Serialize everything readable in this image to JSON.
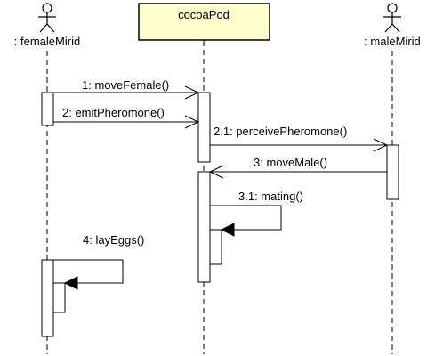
{
  "participants": {
    "female": ": femaleMirid",
    "pod": "cocoaPod",
    "male": ": maleMirid"
  },
  "messages": {
    "m1": "1: moveFemale()",
    "m2": "2: emitPheromone()",
    "m21": "2.1: perceivePheromone()",
    "m3": "3: moveMale()",
    "m31": "3.1: mating()",
    "m4": "4: layEggs()"
  },
  "colors": {
    "object_box_fill": "#ffffcc",
    "line": "#000000"
  },
  "icons": {
    "actor": "stick-figure-actor-icon",
    "sync_arrow": "open-arrowhead-icon",
    "self_call_arrow": "filled-triangle-arrowhead-icon"
  }
}
